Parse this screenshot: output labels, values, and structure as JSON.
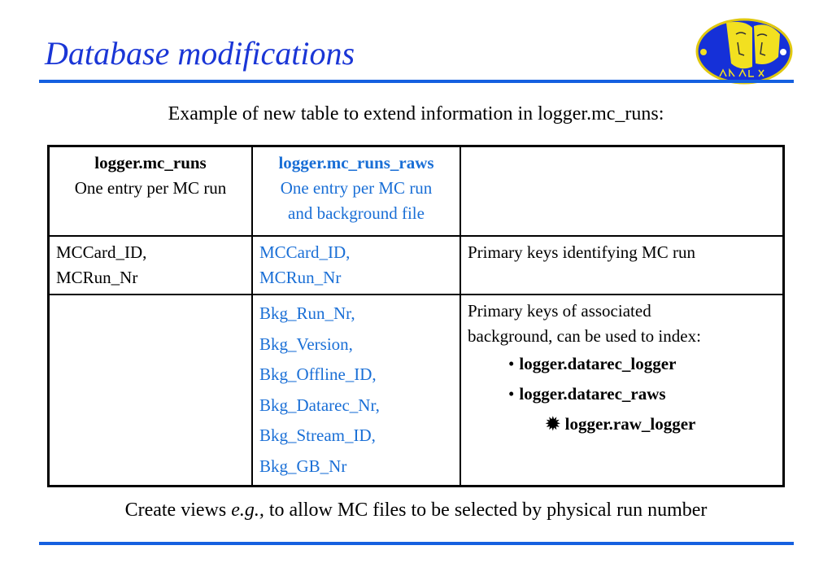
{
  "slide": {
    "title": "Database modifications",
    "subtitle": "Example of new table to extend information in logger.mc_runs:",
    "footer": {
      "before": "Create views ",
      "emphasis": "e.g.,",
      "after": " to allow MC files to be selected by physical run number"
    },
    "logo": {
      "icon": "kloe-logo"
    }
  },
  "table": {
    "header": {
      "col1_title": "logger.mc_runs",
      "col1_desc": "One entry per MC run",
      "col2_title": "logger.mc_runs_raws",
      "col2_desc_line1": "One entry per MC run",
      "col2_desc_line2": "and background file",
      "col3": ""
    },
    "row_keys": {
      "col1_line1": "MCCard_ID,",
      "col1_line2": "MCRun_Nr",
      "col2_line1": "MCCard_ID,",
      "col2_line2": "MCRun_Nr",
      "col3": "Primary keys identifying MC run"
    },
    "row_bkg": {
      "col1": "",
      "col2_items": [
        "Bkg_Run_Nr,",
        "Bkg_Version,",
        "Bkg_Offline_ID,",
        "Bkg_Datarec_Nr,",
        "Bkg_Stream_ID,",
        "Bkg_GB_Nr"
      ],
      "col3_line1": "Primary keys of associated",
      "col3_line2": "background, can be used to index:",
      "bullets": [
        "logger.datarec_logger",
        "logger.datarec_raws"
      ],
      "sub_bullet": "logger.raw_logger"
    }
  },
  "colors": {
    "title": "#1a36d6",
    "rule": "#1560e0",
    "new_table_text": "#1a6fd6",
    "logo_fill": "#1530d8",
    "logo_accent": "#f2e020"
  }
}
